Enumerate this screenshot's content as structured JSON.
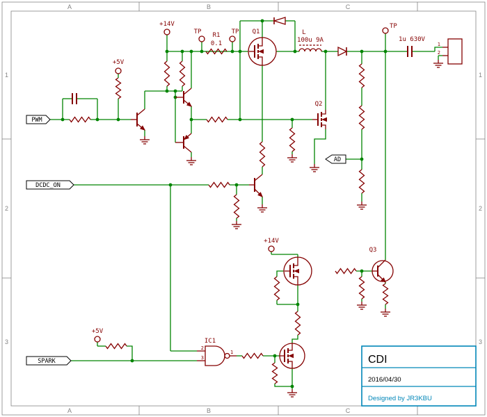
{
  "frame": {
    "cols": [
      "A",
      "B",
      "C"
    ],
    "rows": [
      "1",
      "2",
      "3"
    ]
  },
  "title_block": {
    "title": "CDI",
    "date": "2016/04/30",
    "designer": "Designed by JR3KBU"
  },
  "power": {
    "v14": "+14V",
    "v5": "+5V"
  },
  "tp": "TP",
  "refs": {
    "r1": "R1",
    "r1_val": "0.1",
    "q1": "Q1",
    "q2": "Q2",
    "q3": "Q3",
    "l": "L",
    "l_val": "100u 9A",
    "cap": "1u 630V",
    "ic1": "IC1"
  },
  "nets": {
    "pwm": "PWM",
    "dcdc": "DCDC_ON",
    "spark": "SPARK",
    "ad": "AD"
  },
  "pins": {
    "n1": "1",
    "n2": "2",
    "n3": "3"
  },
  "colors": {
    "wire": "#008400",
    "symbol": "#840000",
    "net_label": "#000000",
    "frame": "#848484",
    "title_border": "#0086b8"
  }
}
